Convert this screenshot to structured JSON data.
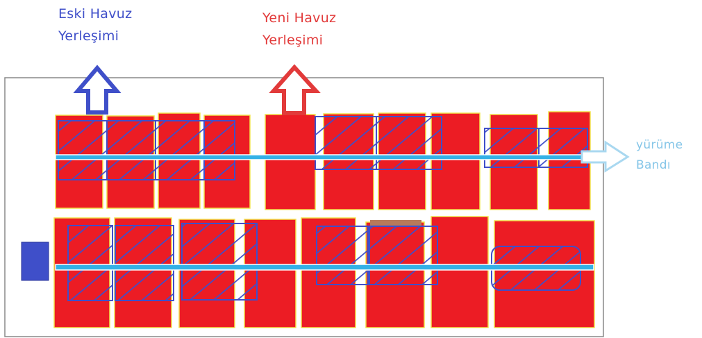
{
  "labels": {
    "old_pool_line1": "Eski Havuz",
    "old_pool_line2": "Yerleşimi",
    "new_pool_line1": "Yeni Havuz",
    "new_pool_line2": "Yerleşimi",
    "belt_line1": "yürüme",
    "belt_line2": "Bandı"
  },
  "colors": {
    "new_pool_fill": "#ec1c24",
    "new_pool_border": "#f2e24a",
    "old_pool_hatch": "#3f4fc9",
    "walkway_belt": "#33b1e6",
    "belt_arrow": "#a9d8f0",
    "old_arrow": "#3f4fc9",
    "new_arrow": "#e23a3a",
    "side_block": "#3f4fc9",
    "frame": "#888888",
    "brown_strip": "#b87a5a"
  },
  "icons": {
    "old_layout_arrow": "up-arrow-icon",
    "new_layout_arrow": "up-arrow-icon",
    "belt_arrow": "right-arrow-icon"
  }
}
